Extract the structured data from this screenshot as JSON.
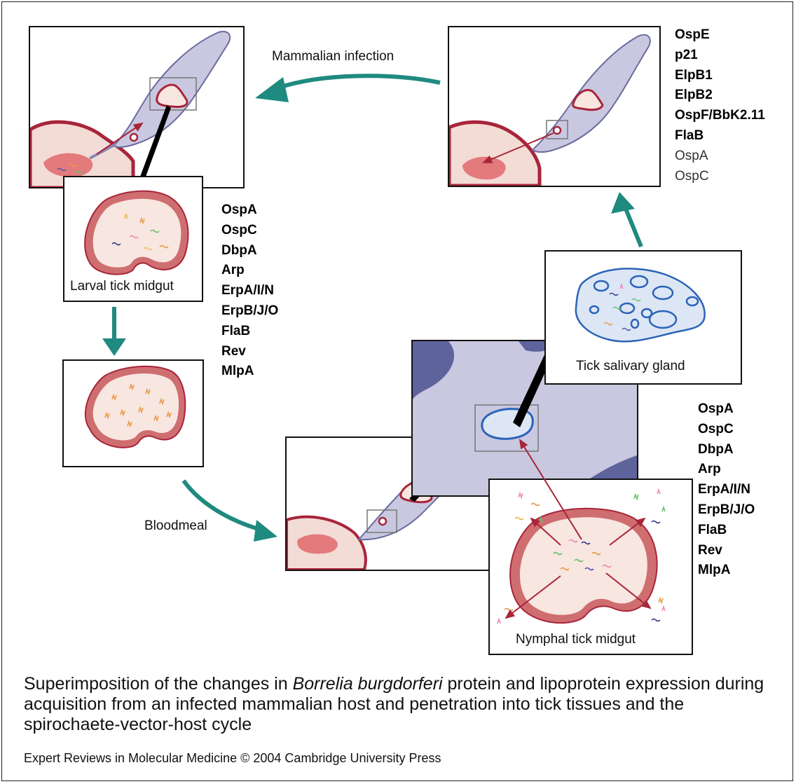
{
  "labels": {
    "mammalian_infection": "Mammalian infection",
    "bloodmeal": "Bloodmeal",
    "larval_midgut": "Larval tick midgut",
    "nymphal_midgut": "Nymphal tick midgut",
    "salivary_gland": "Tick salivary gland"
  },
  "protein_lists": {
    "top_right": [
      {
        "text": "OspE",
        "bold": true
      },
      {
        "text": "p21",
        "bold": true
      },
      {
        "text": "ElpB1",
        "bold": true
      },
      {
        "text": "ElpB2",
        "bold": true
      },
      {
        "text": "OspF/BbK2.11",
        "bold": true
      },
      {
        "text": "FlaB",
        "bold": true
      },
      {
        "text": "OspA",
        "bold": false
      },
      {
        "text": "OspC",
        "bold": false
      }
    ],
    "middle_left": [
      "OspA",
      "OspC",
      "DbpA",
      "Arp",
      "ErpA/I/N",
      "ErpB/J/O",
      "FlaB",
      "Rev",
      "MlpA"
    ],
    "middle_right": [
      "OspA",
      "OspC",
      "DbpA",
      "Arp",
      "ErpA/I/N",
      "ErpB/J/O",
      "FlaB",
      "Rev",
      "MlpA"
    ]
  },
  "caption": {
    "part1": "Superimposition of the changes in ",
    "italic": "Borrelia burgdorferi",
    "part2": " protein and lipoprotein expression during acquisition from an infected mammalian host and penetration into tick tissues and the spirochaete-vector-host cycle"
  },
  "credit": "Expert Reviews in Molecular Medicine © 2004 Cambridge University Press",
  "colors": {
    "teal_arrow": "#1f8a80",
    "red_outline": "#a8253a",
    "tick_lavender": "#c9c8e0",
    "tick_dark": "#5e639c",
    "midgut_fill": "#f8e6e0",
    "midgut_rim": "#cf6e70",
    "gland_fill": "#dce6f5",
    "gland_outline": "#2b63b8",
    "host_fill": "#f4dcd6",
    "blood": "#e37a7c"
  }
}
